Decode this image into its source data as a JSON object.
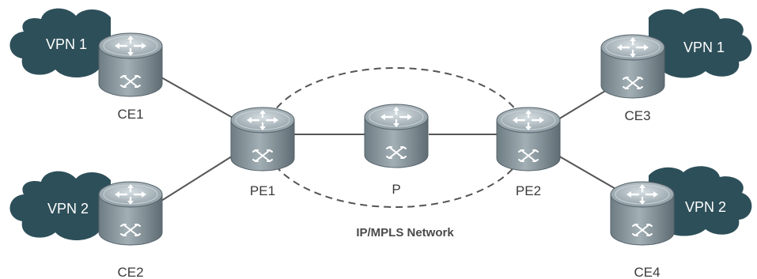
{
  "diagram": {
    "network_label": "IP/MPLS Network",
    "colors": {
      "cloud": "#2d4f59",
      "router_body": "#7e8c93",
      "router_top": "#a9b6bc",
      "link": "#555555",
      "dashed": "#555555"
    },
    "routers": {
      "ce1": "CE1",
      "ce2": "CE2",
      "ce3": "CE3",
      "ce4": "CE4",
      "pe1": "PE1",
      "p": "P",
      "pe2": "PE2"
    },
    "clouds": {
      "vpn1_left": "VPN 1",
      "vpn2_left": "VPN 2",
      "vpn1_right": "VPN 1",
      "vpn2_right": "VPN 2"
    }
  }
}
